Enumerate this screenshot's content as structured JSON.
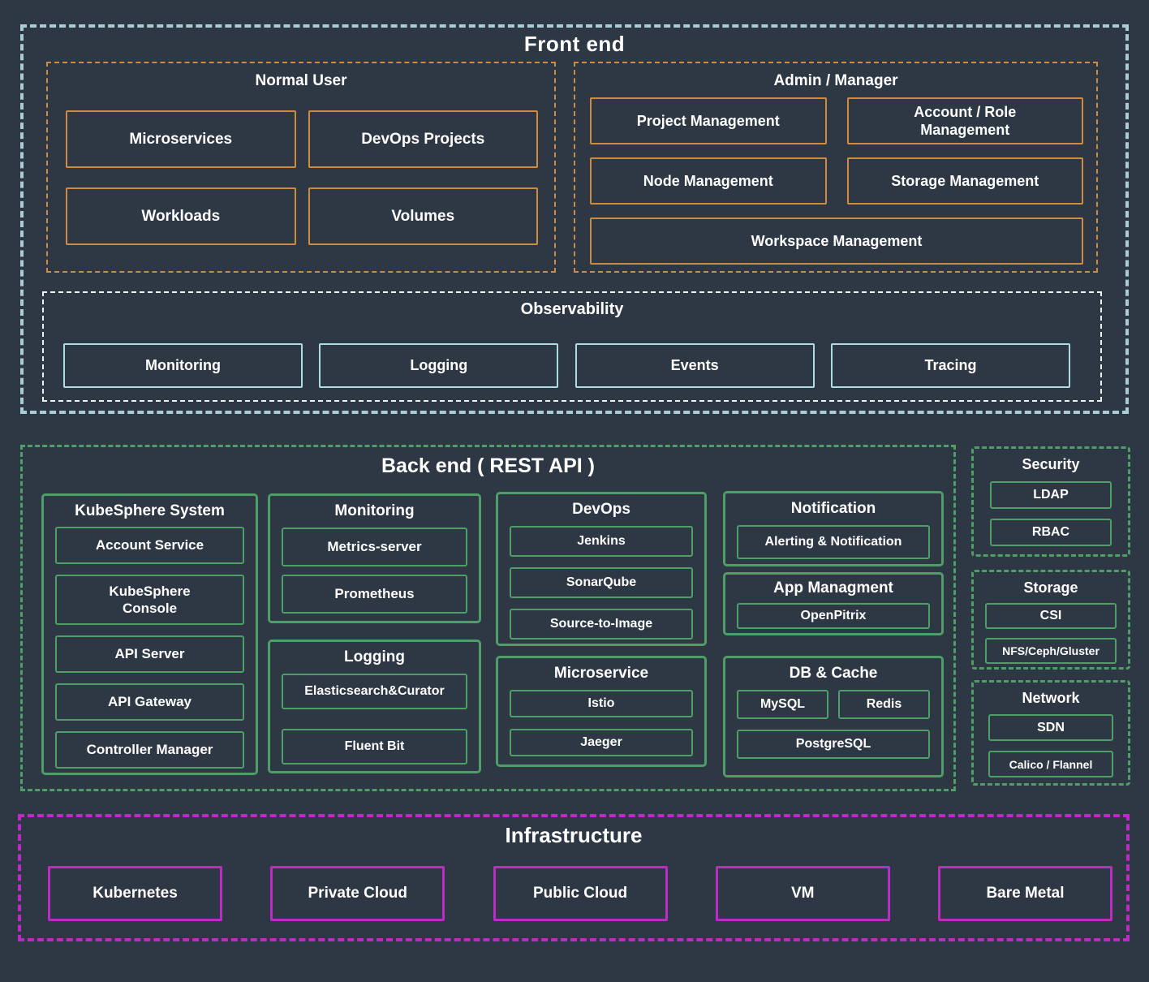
{
  "frontend": {
    "title": "Front end",
    "normal_user": {
      "title": "Normal User",
      "items": [
        "Microservices",
        "DevOps Projects",
        "Workloads",
        "Volumes"
      ]
    },
    "admin_manager": {
      "title": "Admin / Manager",
      "items": [
        "Project Management",
        "Account / Role Management",
        "Node Management",
        "Storage Management",
        "Workspace Management"
      ]
    },
    "observability": {
      "title": "Observability",
      "items": [
        "Monitoring",
        "Logging",
        "Events",
        "Tracing"
      ]
    }
  },
  "backend": {
    "title": "Back end ( REST API )",
    "groups": [
      {
        "title": "KubeSphere System",
        "items": [
          "Account Service",
          "KubeSphere Console",
          "API Server",
          "API Gateway",
          "Controller Manager"
        ]
      },
      {
        "title": "Monitoring",
        "items": [
          "Metrics-server",
          "Prometheus"
        ]
      },
      {
        "title": "Logging",
        "items": [
          "Elasticsearch&Curator",
          "Fluent Bit"
        ]
      },
      {
        "title": "DevOps",
        "items": [
          "Jenkins",
          "SonarQube",
          "Source-to-Image"
        ]
      },
      {
        "title": "Microservice",
        "items": [
          "Istio",
          "Jaeger"
        ]
      },
      {
        "title": "Notification",
        "items": [
          "Alerting & Notification"
        ]
      },
      {
        "title": "App Managment",
        "items": [
          "OpenPitrix"
        ]
      },
      {
        "title": "DB & Cache",
        "items": [
          "MySQL",
          "Redis",
          "PostgreSQL"
        ]
      }
    ]
  },
  "sidebar": {
    "sections": [
      {
        "title": "Security",
        "items": [
          "LDAP",
          "RBAC"
        ]
      },
      {
        "title": "Storage",
        "items": [
          "CSI",
          "NFS/Ceph/Gluster"
        ]
      },
      {
        "title": "Network",
        "items": [
          "SDN",
          "Calico / Flannel"
        ]
      }
    ]
  },
  "infrastructure": {
    "title": "Infrastructure",
    "items": [
      "Kubernetes",
      "Private Cloud",
      "Public Cloud",
      "VM",
      "Bare Metal"
    ]
  },
  "colors": {
    "background": "#2e3744",
    "frontend_border": "#a9cdd3",
    "user_admin_border": "#d08c3e",
    "observability_outline": "#eef1f2",
    "observability_node_border": "#aedce3",
    "backend_border": "#4f9e68",
    "infrastructure_border": "#bb2cc5",
    "text": "#ffffff"
  }
}
